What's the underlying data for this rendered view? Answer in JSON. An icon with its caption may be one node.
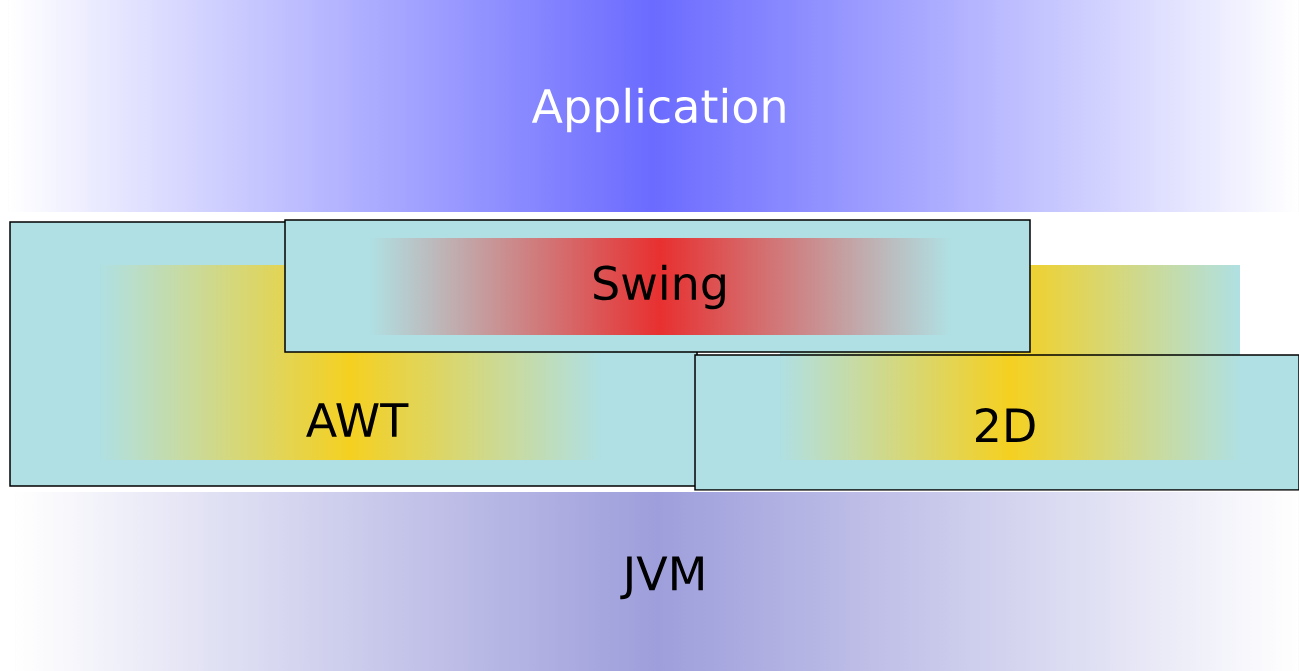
{
  "diagram": {
    "nodes": [
      {
        "text": [
          "Application"
        ]
      },
      {
        "text": [
          "Swing"
        ]
      },
      {
        "text": [
          "AWT"
        ]
      },
      {
        "text": [
          "2D"
        ]
      },
      {
        "text": [
          "JVM"
        ]
      }
    ]
  }
}
